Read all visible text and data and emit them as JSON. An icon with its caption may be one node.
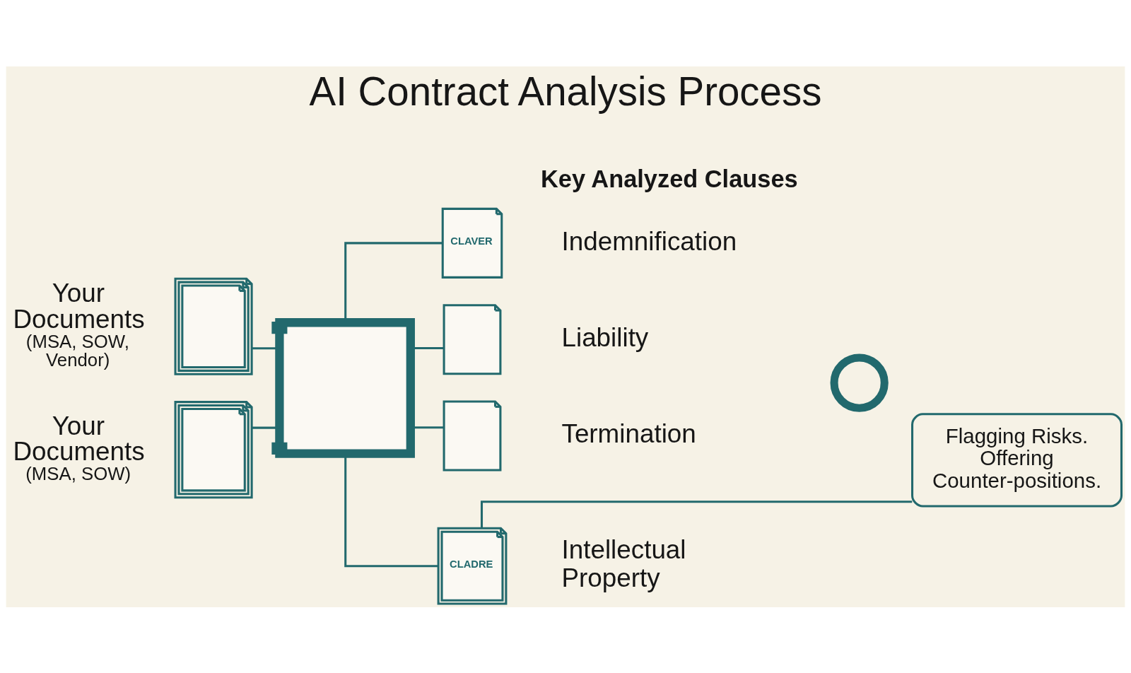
{
  "diagram": {
    "title": "AI Contract Analysis Process",
    "nodes": [
      {
        "text": [],
        "shape": "picture",
        "beside": [
          "Your Documents",
          "(MSA, SOW, Vendor)"
        ]
      },
      {
        "text": [],
        "shape": "picture",
        "beside": [
          "Your Documents",
          "(MSA, SOW)"
        ]
      },
      {
        "text": [],
        "shape": "picture"
      },
      {
        "text": [
          "CLAVER"
        ],
        "beside": [
          "Indemnification"
        ]
      },
      {
        "text": [],
        "shape": "picture",
        "beside": [
          "Liability"
        ]
      },
      {
        "text": [],
        "shape": "picture",
        "beside": [
          "Termination"
        ]
      },
      {
        "text": [
          "CLADRE"
        ],
        "beside": [
          "Intellectual Property"
        ]
      },
      {
        "text": [],
        "shape": "circle"
      },
      {
        "text": [
          "Flagging Risks. Offering Counter-positions."
        ]
      }
    ],
    "edges": [
      {
        "from": 0,
        "to": 2,
        "arrow": "none"
      },
      {
        "from": 1,
        "to": 2,
        "arrow": "none"
      },
      {
        "from": 2,
        "to": 3,
        "arrow": "none"
      },
      {
        "from": 2,
        "to": 4,
        "arrow": "none"
      },
      {
        "from": 2,
        "to": 5,
        "arrow": "none"
      },
      {
        "from": 2,
        "to": 6,
        "arrow": "none"
      },
      {
        "from": 6,
        "to": 8,
        "arrow": "none"
      }
    ],
    "labels": [
      "Key Analyzed Clauses"
    ]
  }
}
